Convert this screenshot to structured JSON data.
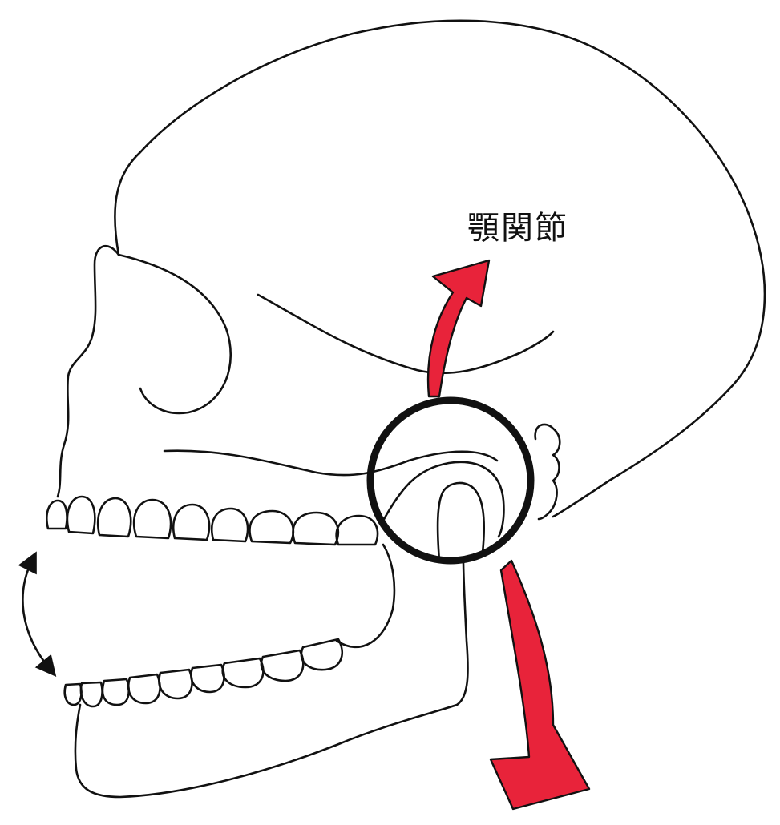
{
  "label": {
    "text": "顎関節"
  },
  "colors": {
    "ink": "#111111",
    "arrow_fill": "#e8233a",
    "background": "#ffffff"
  },
  "parts": {
    "skull": "skull-outline",
    "upper_teeth": "upper-teeth",
    "lower_teeth": "lower-teeth",
    "mandible": "mandible",
    "joint_circle": "tmj-circle",
    "up_arrow": "red-arrow-up",
    "down_arrow": "red-arrow-down",
    "open_arrow": "double-arrow-icon"
  }
}
